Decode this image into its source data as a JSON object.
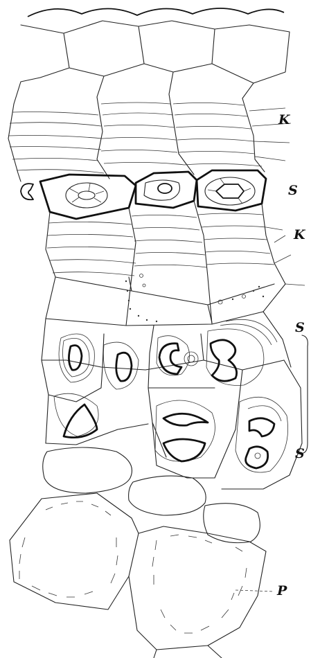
{
  "labels": {
    "k_top": "K",
    "s_cells": "S",
    "k_lower": "K",
    "s_group_top": "S",
    "s_group_bottom": "S",
    "p": "P"
  }
}
